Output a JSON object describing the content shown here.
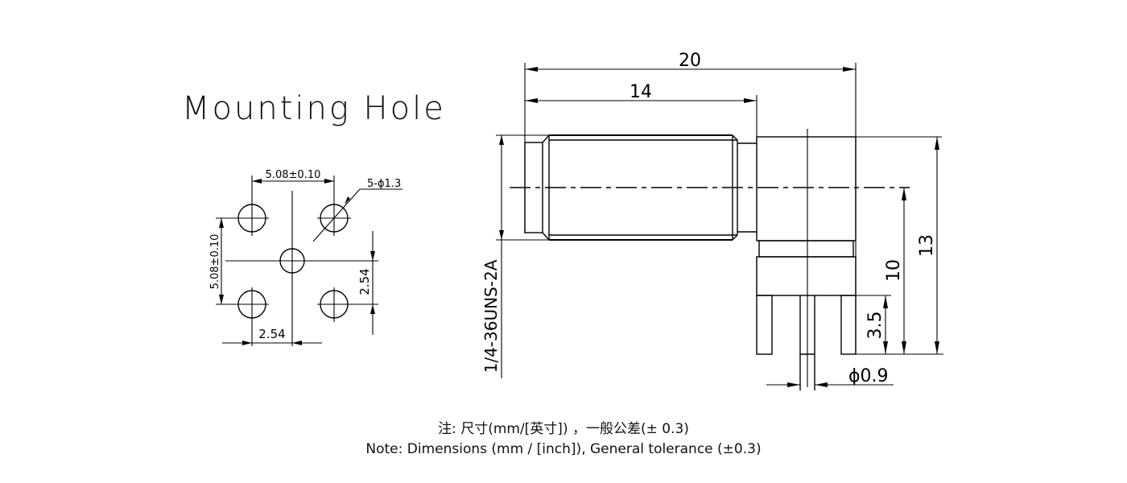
{
  "mounting_hole": {
    "title": "Mounting Hole",
    "hole_spacing_horizontal": "5.08±0.10",
    "hole_spacing_vertical": "5.08±0.10",
    "hole_callout": "5-ϕ1.3",
    "offset_horizontal": "2.54",
    "offset_vertical": "2.54"
  },
  "side_view": {
    "overall_length": "20",
    "thread_length": "14",
    "thread_spec": "1/4-36UNS-2A",
    "overall_height": "13",
    "centerline_height": "10",
    "pin_length": "3.5",
    "pin_diameter": "ϕ0.9"
  },
  "notes": {
    "chinese": "注: 尺寸(mm/[英寸]) ，一般公差(± 0.3)",
    "english": "Note: Dimensions (mm / [inch]), General tolerance (±0.3)"
  },
  "colors": {
    "line": "#000000",
    "background": "#ffffff"
  }
}
